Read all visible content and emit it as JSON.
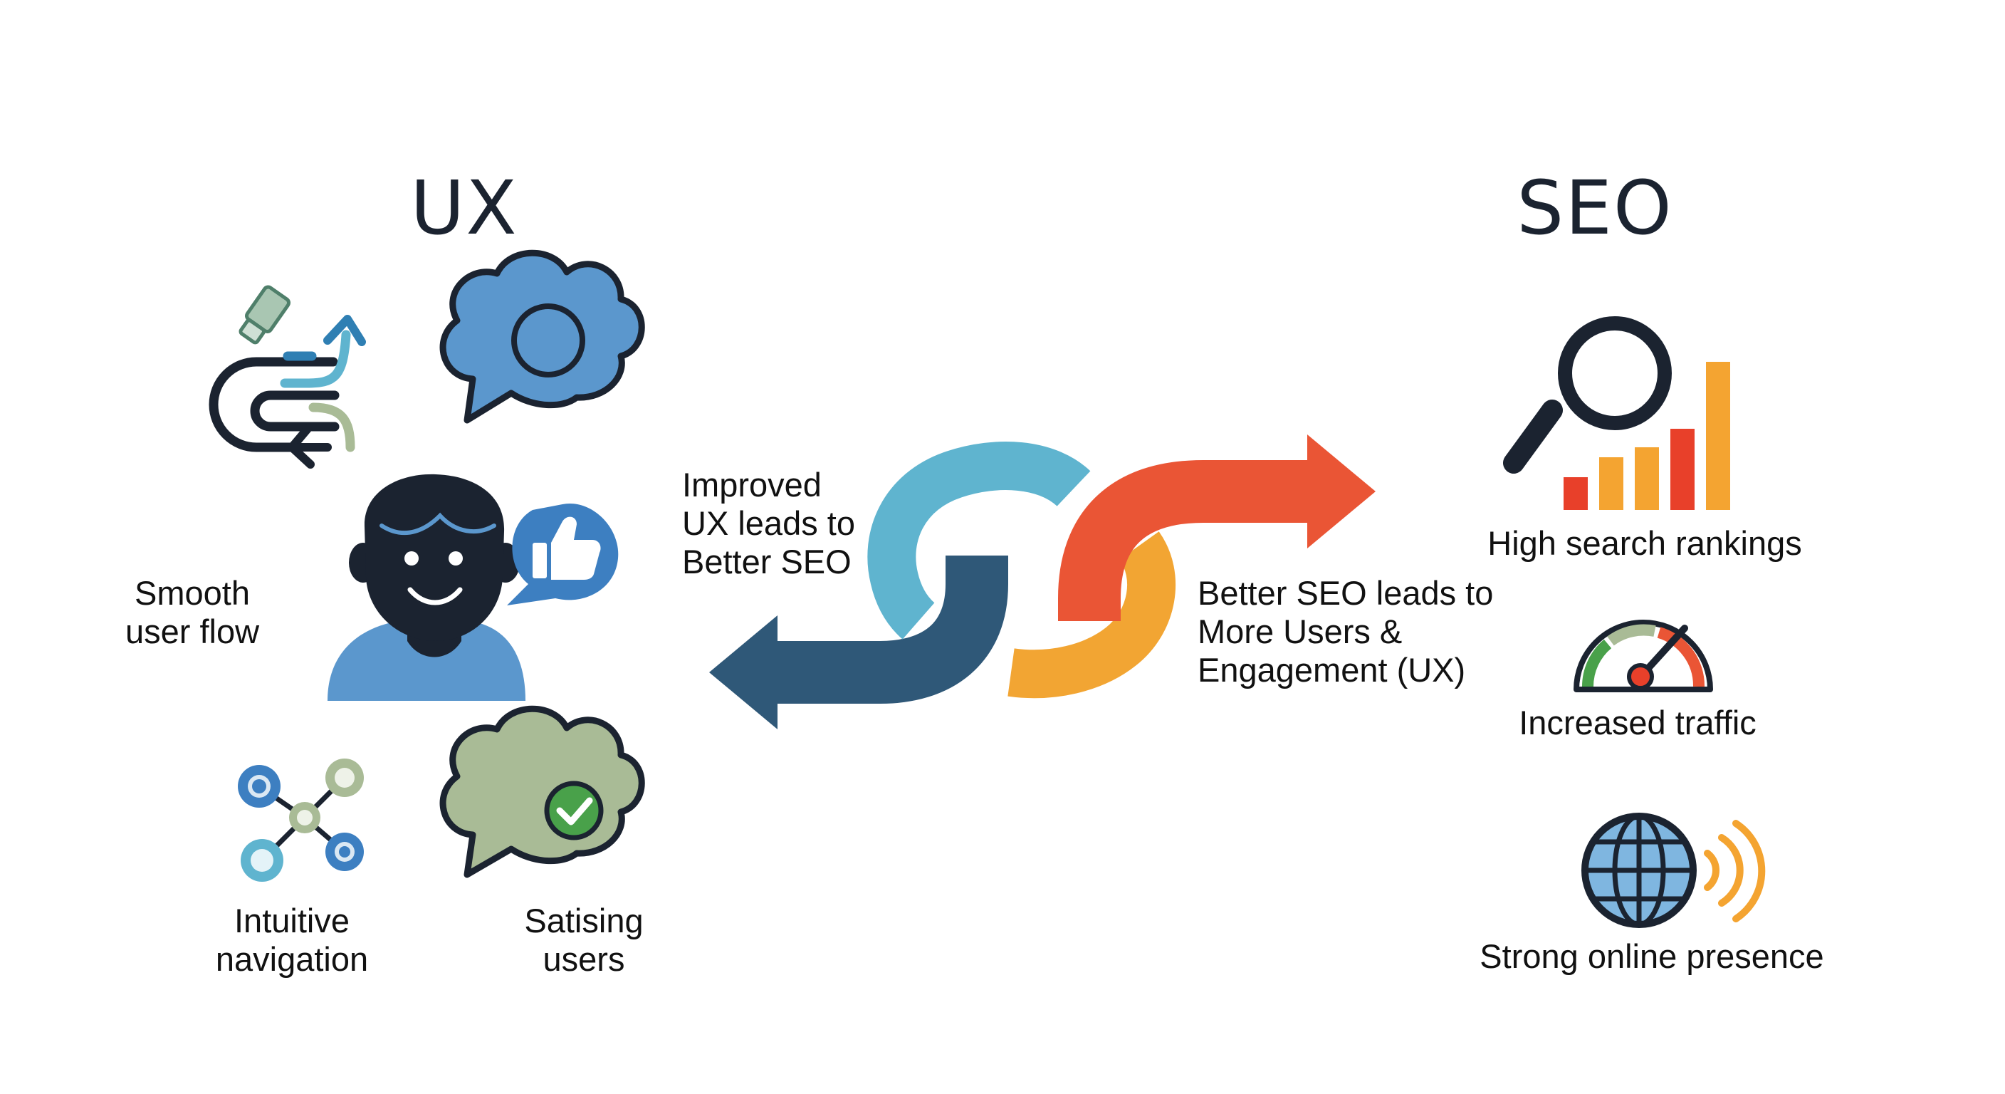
{
  "ux_section": {
    "title": "UX",
    "items": [
      {
        "icon": "user-flow-arrows-icon",
        "lines": [
          "Smooth",
          "user flow"
        ]
      },
      {
        "icon": "speech-bubble-icon",
        "lines": []
      },
      {
        "icon": "user-avatar-icon",
        "lines": []
      },
      {
        "icon": "thumbs-up-bubble-icon",
        "lines": []
      },
      {
        "icon": "navigation-network-icon",
        "lines": [
          "Intuitive",
          "navigation"
        ]
      },
      {
        "icon": "checkmark-bubble-icon",
        "lines": [
          "Satising",
          "users"
        ]
      }
    ]
  },
  "seo_section": {
    "title": "SEO",
    "items": [
      {
        "icon": "magnifier-bar-chart-icon",
        "lines": [
          "High search rankings"
        ]
      },
      {
        "icon": "speedometer-gauge-icon",
        "lines": [
          "Increased traffic"
        ]
      },
      {
        "icon": "globe-signal-icon",
        "lines": [
          "Strong online presence"
        ]
      }
    ]
  },
  "cycle": {
    "ux_to_seo": [
      "Improved",
      "UX leads to",
      "Better SEO"
    ],
    "seo_to_ux": [
      "Better SEO leads to",
      "More Users &",
      "Engagement (UX)"
    ]
  },
  "colors": {
    "dark_navy": "#1b2330",
    "link_blue": "#5fb4cf",
    "arrow_navy": "#2f5878",
    "link_orange": "#f2a533",
    "arrow_red": "#ea5535",
    "bar_red": "#e8402a",
    "bar_orange": "#f4a431",
    "skin_blue": "#5b97cd",
    "sage": "#a9bb96",
    "check_green": "#49a14a"
  }
}
